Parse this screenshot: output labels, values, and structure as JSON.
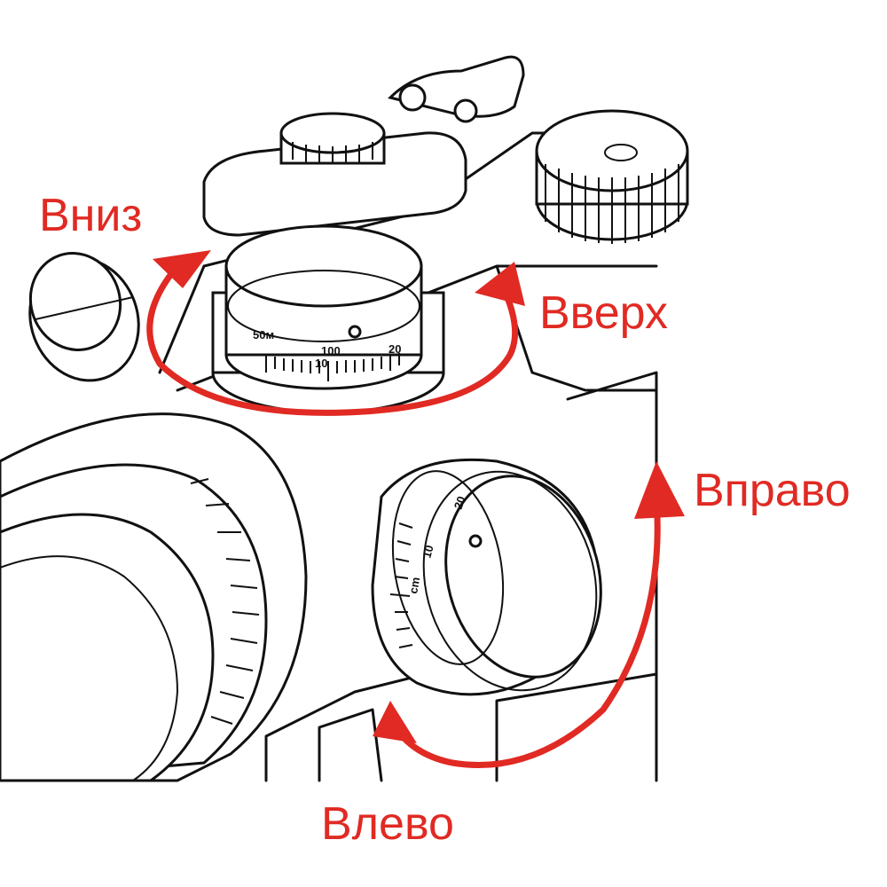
{
  "diagram": {
    "subject": "riflescope turret adjustment directions",
    "accent_color": "#e02a23",
    "labels": {
      "down": "Вниз",
      "up": "Вверх",
      "right": "Вправо",
      "left": "Влево"
    },
    "elevation_turret": {
      "scale_marks": [
        "50м",
        "100",
        "10",
        "20"
      ]
    },
    "windage_turret": {
      "scale_marks": [
        "10",
        "20",
        "cm"
      ]
    }
  }
}
